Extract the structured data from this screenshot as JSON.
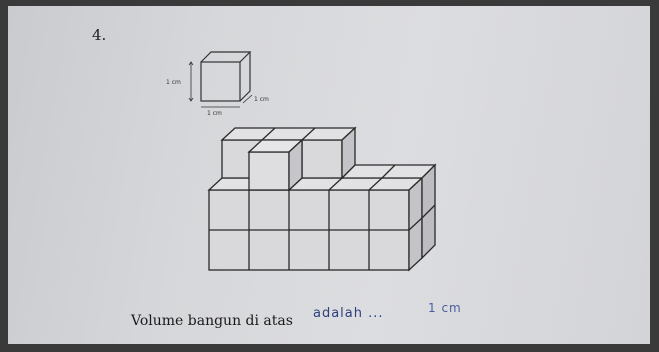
{
  "question_number": "4.",
  "unit_cube": {
    "height_label": "1 cm",
    "width_label": "1 cm",
    "depth_label": "1 cm"
  },
  "question_text": "Volume bangun di atas",
  "handwritten_answer": "adalah ...",
  "handwritten_unit": "1 cm"
}
